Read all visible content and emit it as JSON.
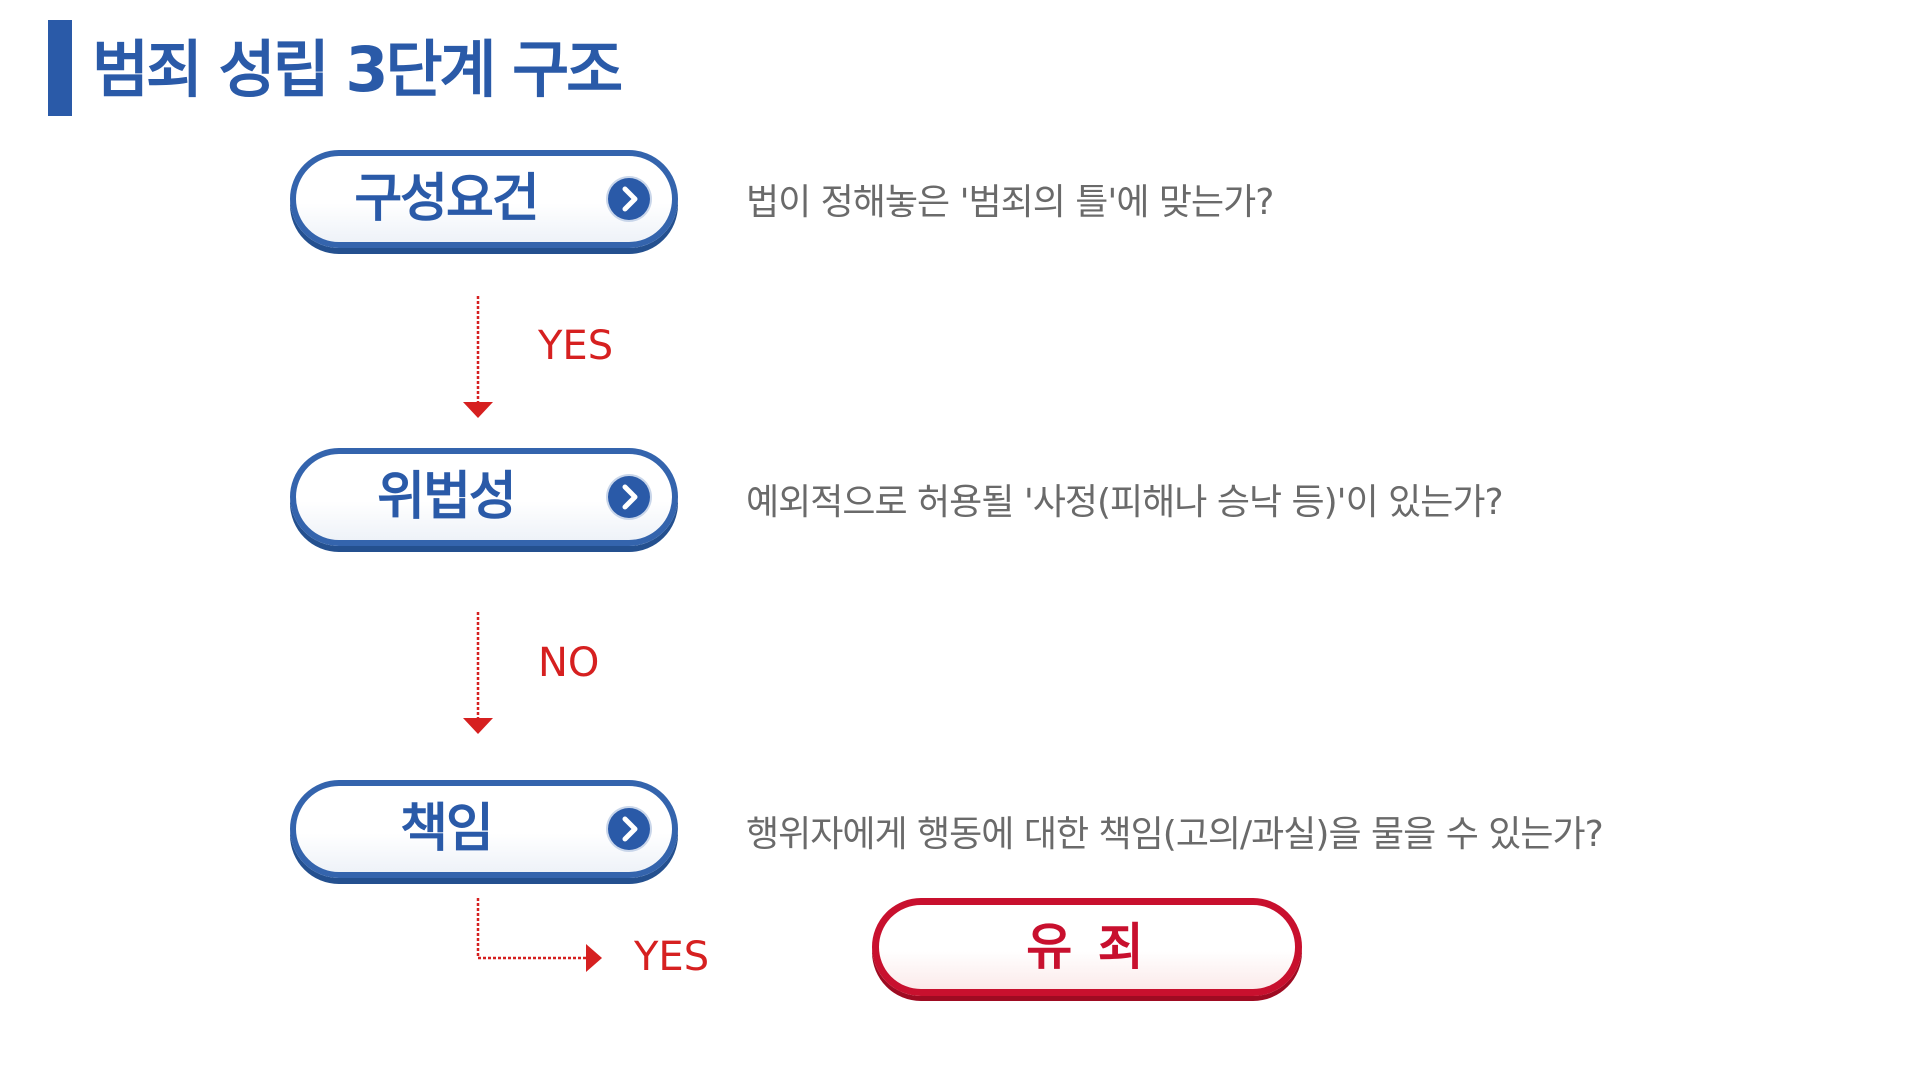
{
  "title": "범죄 성립 3단계 구조",
  "colors": {
    "accent": "#2a5aa8",
    "condition": "#d62020",
    "result": "#c8102e",
    "question_text": "#6a6a6a"
  },
  "stages": [
    {
      "label": "구성요건",
      "icon": "chevron-right-icon",
      "question": "법이 정해놓은 '범죄의 틀'에 맞는가?"
    },
    {
      "label": "위법성",
      "icon": "chevron-right-icon",
      "question": "예외적으로 허용될 '사정(피해나 승낙 등)'이 있는가?"
    },
    {
      "label": "책임",
      "icon": "chevron-right-icon",
      "question": "행위자에게 행동에 대한 책임(고의/과실)을 물을 수 있는가?"
    }
  ],
  "conditions": {
    "after_stage_1": "YES",
    "after_stage_2": "NO",
    "after_stage_3": "YES"
  },
  "result": {
    "label": "유 죄"
  }
}
